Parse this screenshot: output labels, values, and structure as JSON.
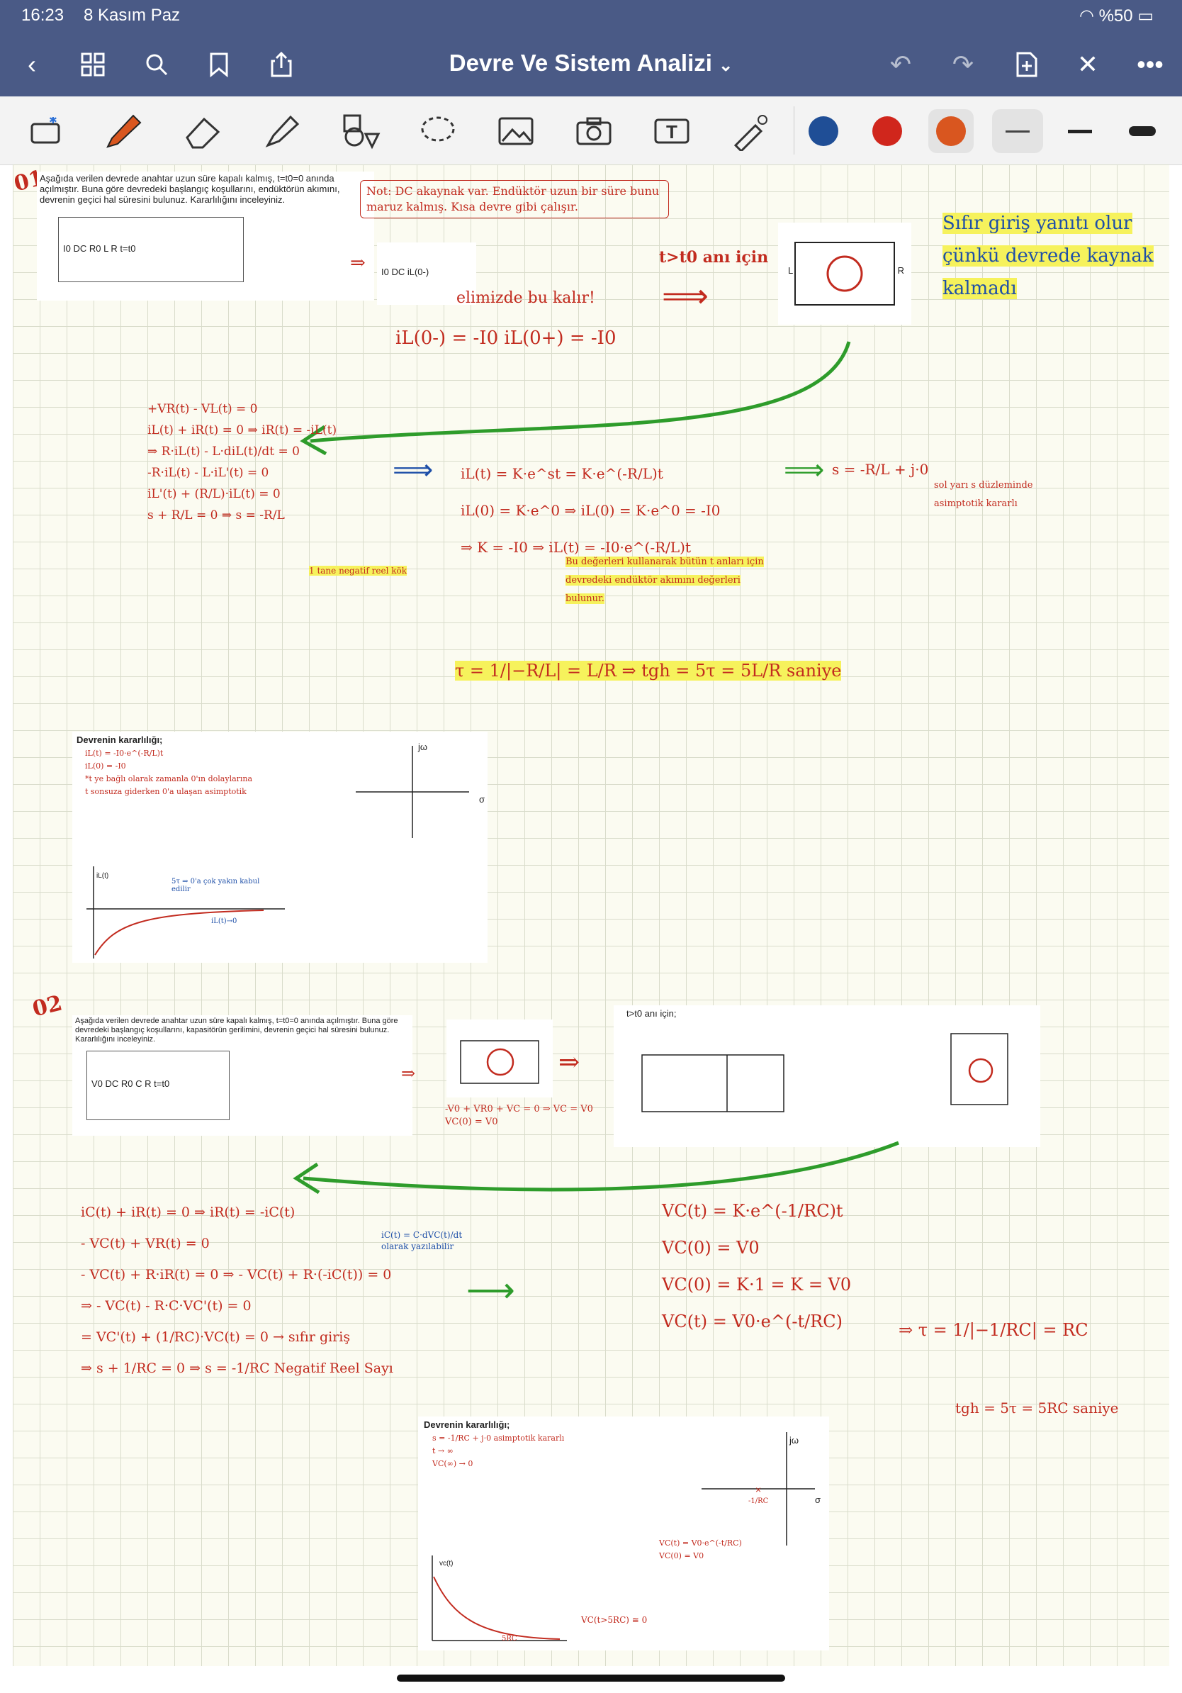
{
  "status_bar": {
    "time": "16:23",
    "date": "8 Kasım Paz",
    "battery": "%50"
  },
  "nav": {
    "title": "Devre Ve Sistem Analizi",
    "title_chevron": "⌄"
  },
  "toolbar": {
    "tools": [
      "keyboard-bluetooth-icon",
      "pen-icon",
      "eraser-icon",
      "highlighter-icon",
      "shapes-icon",
      "lasso-icon",
      "image-icon",
      "camera-icon",
      "text-icon",
      "laser-pointer-icon"
    ],
    "colors": [
      "#1f4e96",
      "#d0261c",
      "#d9561f"
    ]
  },
  "page": {
    "q1_label": "01",
    "q1_problem": "Aşağıda verilen devrede anahtar uzun süre kapalı kalmış, t=t0=0 anında açılmıştır. Buna göre devredeki başlangıç koşullarını, endüktörün akımını, devrenin geçici hal süresini bulunuz. Kararlılığını inceleyiniz.",
    "q1_note": "Not: DC akaynak var. Endüktör uzun bir süre bunu maruz kalmış. Kısa devre gibi çalışır.",
    "q1_circuit": "I0 DC   R0   L   R   t=t0",
    "q1_mid_circuit": "I0 DC  iL(0-)",
    "q1_hand1": "elimizde bu kalır!",
    "q1_time_label": "t>t0 anı için",
    "q1_ic": "iL(0-) = -I0      iL(0+) = -I0",
    "q1_zero_input": "Sıfır giriş yanıtı olur çünkü devrede kaynak kalmadı",
    "q1_kvl": "+VR(t) - VL(t) = 0\niL(t) + iR(t) = 0 ⇒ iR(t) = -iL(t)\n⇒ R·iL(t) - L·diL(t)/dt = 0\n-R·iL(t) - L·iL'(t) = 0\niL'(t) + (R/L)·iL(t) = 0\ns + R/L = 0 ⇒ s = -R/L",
    "q1_note_real": "1 tane negatif reel kök",
    "q1_sol": "iL(t) = K·e^st = K·e^(-R/L)t\niL(0) = K·e^0 ⇒ iL(0) = K·e^0 = -I0\n⇒ K = -I0   ⇒ iL(t) = -I0·e^(-R/L)t",
    "q1_sol_note": "Bu değerleri kullanarak bütün t anları için devredeki endüktör akımını değerleri bulunur.",
    "q1_roots": "s = -R/L + j·0",
    "q1_roots_note": "sol yarı s düzleminde asimptotik kararlı",
    "q1_tau": "τ = 1/|−R/L| = L/R  ⇒  tgh = 5τ = 5L/R saniye",
    "q1_stab_title": "Devrenin kararlılığı;",
    "q1_stab_text": "iL(t) = -I0·e^(-R/L)t\niL(0) = -I0\n*t ye bağlı olarak zamanla 0'ın dolaylarına\nt sonsuza giderken 0'a ulaşan asimptotik",
    "q1_graph_note": "5τ ⇒ 0'a çok yakın kabul edilir",
    "q1_graph_axis": "iL(t)",
    "q1_graph_limit": "iL(t)→0",
    "q2_label": "02",
    "q2_problem": "Aşağıda verilen devrede anahtar uzun süre kapalı kalmış, t=t0=0 anında açılmıştır. Buna göre devredeki başlangıç koşullarını, kapasitörün gerilimini, devrenin geçici hal süresini bulunuz. Kararlılığını inceleyiniz.",
    "q2_circuit": "V0 DC   R0   C   R   t=t0",
    "q2_kvl_mid": "-V0 + VR0 + VC = 0 ⇒ VC = V0\nVC(0) = V0",
    "q2_t_label": "t>t0 anı için;",
    "q2_eqs": "iC(t) + iR(t) = 0 ⇒ iR(t) = -iC(t)\n- VC(t) + VR(t) = 0\n- VC(t) + R·iR(t) = 0 ⇒ - VC(t) + R·(-iC(t)) = 0\n⇒ - VC(t) - R·C·VC'(t) = 0\n= VC'(t) + (1/RC)·VC(t) = 0  → sıfır giriş\n⇒ s + 1/RC = 0  ⇒  s = -1/RC   Negatif Reel Sayı",
    "q2_ic_note": "iC(t) = C·dVC(t)/dt olarak yazılabilir",
    "q2_sol": "VC(t) = K·e^(-1/RC)t\nVC(0) = V0\nVC(0) = K·1 = K = V0\nVC(t) = V0·e^(-t/RC)",
    "q2_tau": "⇒ τ = 1/|−1/RC| = RC",
    "q2_tgh": "tgh = 5τ = 5RC saniye",
    "q2_stab_title": "Devrenin kararlılığı;",
    "q2_stab_text": "s = -1/RC + j·0   asimptotik kararlı\nt → ∞\nVC(∞) → 0",
    "q2_stab_vc": "VC(t) = V0·e^(-t/RC)\nVC(0) = V0",
    "q2_graph_axis": "vc(t)",
    "q2_graph_x": "5RC",
    "q2_graph_note": "VC(t>5RC) ≅ 0",
    "axis_jw": "jω",
    "axis_sigma": "σ",
    "axis_pole": "-1/RC"
  }
}
